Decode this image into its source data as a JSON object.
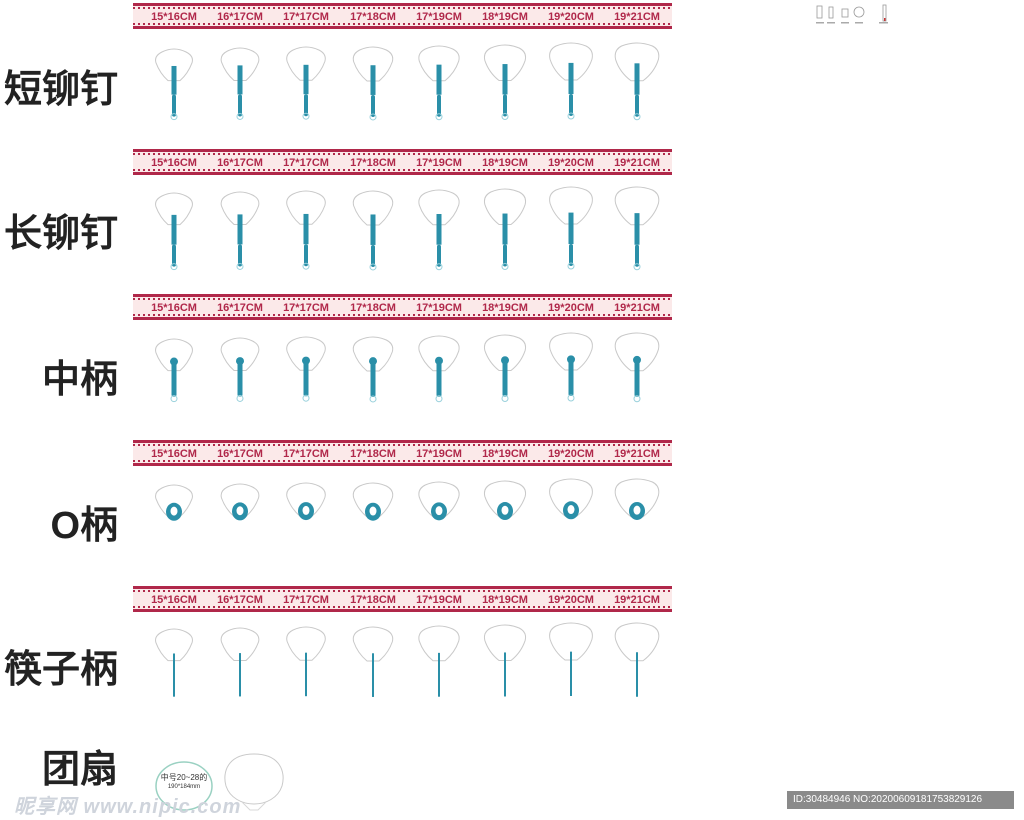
{
  "sizes": [
    "15*16CM",
    "16*17CM",
    "17*17CM",
    "17*18CM",
    "17*19CM",
    "18*19CM",
    "19*20CM",
    "19*21CM"
  ],
  "rows": [
    {
      "label": "短铆钉",
      "handle": "short-rivet"
    },
    {
      "label": "长铆钉",
      "handle": "long-rivet"
    },
    {
      "label": "中柄",
      "handle": "middle"
    },
    {
      "label": "O柄",
      "handle": "o-ring"
    },
    {
      "label": "筷子柄",
      "handle": "chopstick"
    }
  ],
  "round_fan": {
    "label": "团扇",
    "note_line1": "中号20~28的",
    "note_line2": "190*184mm"
  },
  "watermark": "昵享网 www.nipic.com",
  "image_id": "ID:30484946 NO:20200609181753829126",
  "colors": {
    "band": "#b0284a",
    "handle": "#2a8fa8",
    "outline": "#c9c9c9"
  }
}
